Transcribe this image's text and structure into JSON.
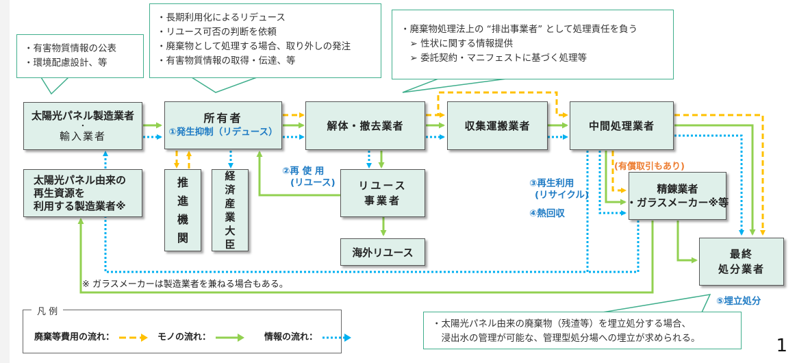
{
  "callouts": {
    "manufacturer": [
      "・有害物質情報の公表",
      "・環境配慮設計、等"
    ],
    "owner": [
      "・長期利用化によるリデュース",
      "・リユース可否の判断を依頼",
      "・廃棄物として処理する場合、取り外しの発注",
      "・有害物質情報の取得・伝達、等"
    ],
    "discharger": [
      "・廃棄物処理法上の “排出事業者” として処理責任を負う",
      "　➢ 性状に関する情報提供",
      "　➢ 委託契約・マニフェストに基づく処理等"
    ],
    "landfill": [
      "・太陽光パネル由来の廃棄物（残渣等）を埋立処分する場合、",
      "　浸出水の管理が可能な、管理型処分場への埋立が求められる。"
    ]
  },
  "nodes": {
    "manufacturer": {
      "line1": "太陽光パネル製造業者",
      "line2": "・",
      "line3": "輸入業者"
    },
    "recycled_manufacturer": {
      "line1": "太陽光パネル由来の",
      "line2": "再生資源を",
      "line3": "利用する製造業者※"
    },
    "owner": {
      "title": "所有者",
      "subtitle": "①発生抑制（リデュース）"
    },
    "promotion_agency": [
      "推",
      "進",
      "機",
      "関"
    ],
    "meti_minister": [
      "経",
      "済",
      "産",
      "業",
      "大",
      "臣"
    ],
    "dismantler": "解体・撤去業者",
    "collector": "収集運搬業者",
    "intermediate": "中間処理業者",
    "reuse_business": {
      "line1": "リユース",
      "line2": "事業者"
    },
    "overseas_reuse": "海外リユース",
    "refiner": {
      "line1": "精錬業者",
      "line2": "・ガラスメーカー※等"
    },
    "final_disposal": {
      "line1": "最終",
      "line2": "処分業者"
    }
  },
  "labels": {
    "reuse": {
      "line1": "②再 使 用",
      "line2": "(リユース)"
    },
    "recycle": {
      "line1": "③再生利用",
      "line2": "(リサイクル)"
    },
    "heat_recovery": "④熱回収",
    "paid_transaction": "(有償取引もあり)",
    "landfill": "⑤埋立処分"
  },
  "footnote": "※ ガラスメーカーは製造業者を兼ねる場合もある。",
  "legend": {
    "title": "凡 例",
    "items": [
      {
        "label": "廃棄等費用の流れ：",
        "type": "cost",
        "color": "#ffc000"
      },
      {
        "label": "モノの流れ：",
        "type": "goods",
        "color": "#92d050"
      },
      {
        "label": "情報の流れ：",
        "type": "info",
        "color": "#00b0f0"
      }
    ]
  },
  "colors": {
    "cost": "#ffc000",
    "goods": "#92d050",
    "info": "#00b0f0",
    "callout_border": "#3fae8c",
    "node_fill": "#dff0ea",
    "label_blue": "#1f7bc4",
    "label_orange": "#ed7d31"
  },
  "page_number": "1"
}
